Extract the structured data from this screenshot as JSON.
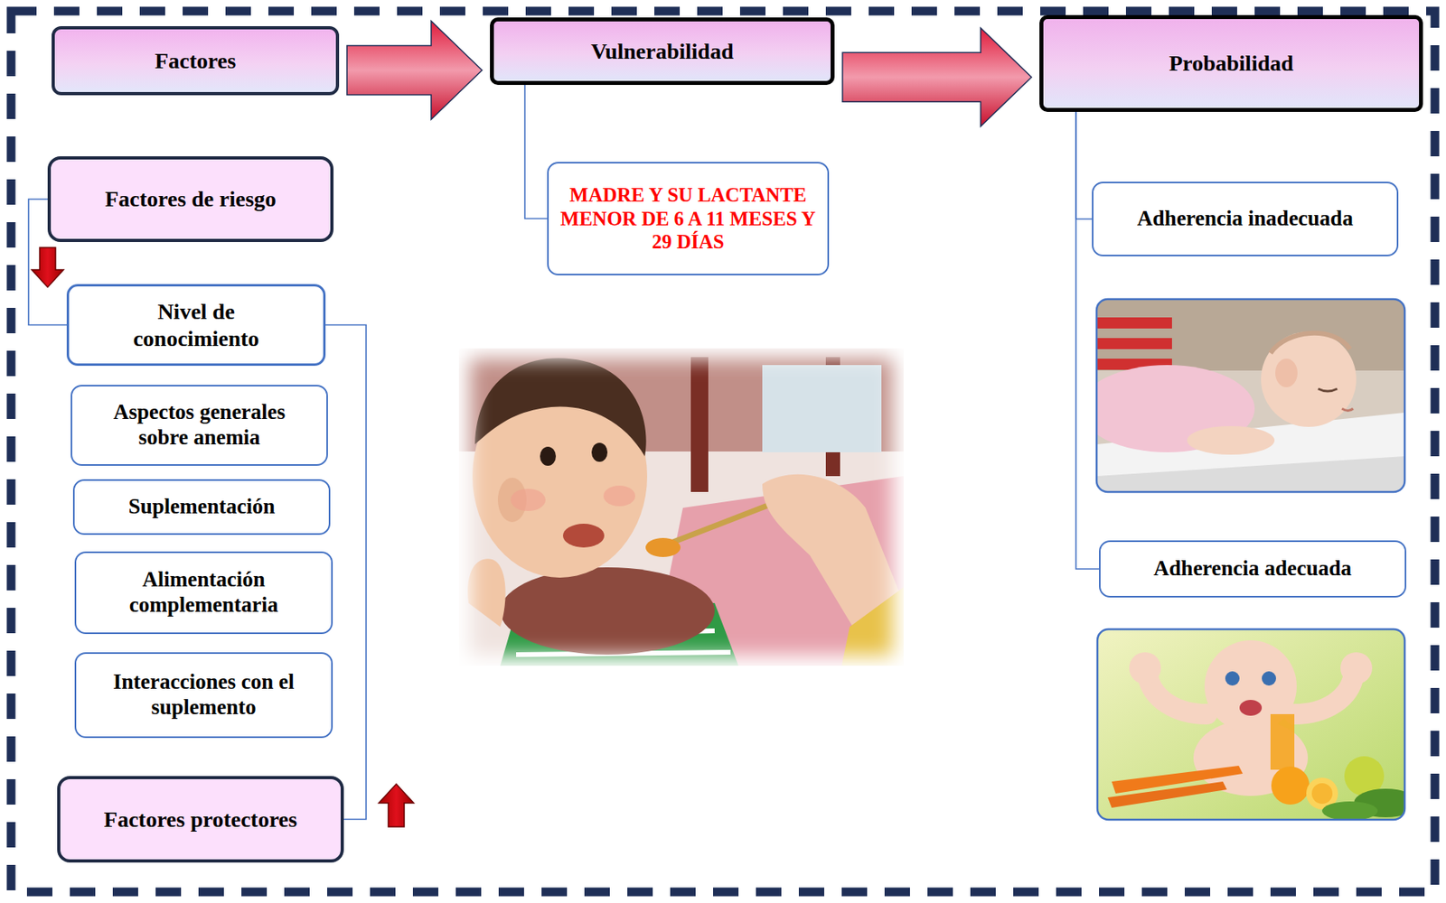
{
  "diagram": {
    "nodes": [
      {
        "text": [
          "Factores"
        ]
      },
      {
        "text": [
          "Vulnerabilidad"
        ]
      },
      {
        "text": [
          "Probabilidad"
        ]
      },
      {
        "text": [
          "Factores de riesgo"
        ]
      },
      {
        "text": [
          "MADRE Y SU LACTANTE MENOR DE 6 A 11 MESES Y 29 DÍAS"
        ]
      },
      {
        "text": [
          "Adherencia inadecuada"
        ]
      },
      {
        "text": [
          "Nivel de conocimiento"
        ]
      },
      {
        "text": [
          "Aspectos generales sobre anemia"
        ]
      },
      {
        "text": [
          "Suplementación"
        ]
      },
      {
        "text": [
          "Alimentación complementaria"
        ]
      },
      {
        "text": [
          "Interacciones con el suplemento"
        ]
      },
      {
        "text": [
          "Adherencia adecuada"
        ]
      },
      {
        "text": [
          "Factores protectores"
        ]
      }
    ],
    "edges": [
      {
        "from": 0,
        "to": 1,
        "arrow": "to"
      },
      {
        "from": 1,
        "to": 2,
        "arrow": "to"
      },
      {
        "from": 1,
        "to": 4,
        "arrow": "none"
      },
      {
        "from": 2,
        "to": 5,
        "arrow": "none"
      },
      {
        "from": 2,
        "to": 11,
        "arrow": "none"
      },
      {
        "from": 3,
        "to": 6,
        "arrow": "none"
      },
      {
        "from": 6,
        "to": 12,
        "arrow": "none"
      }
    ]
  }
}
